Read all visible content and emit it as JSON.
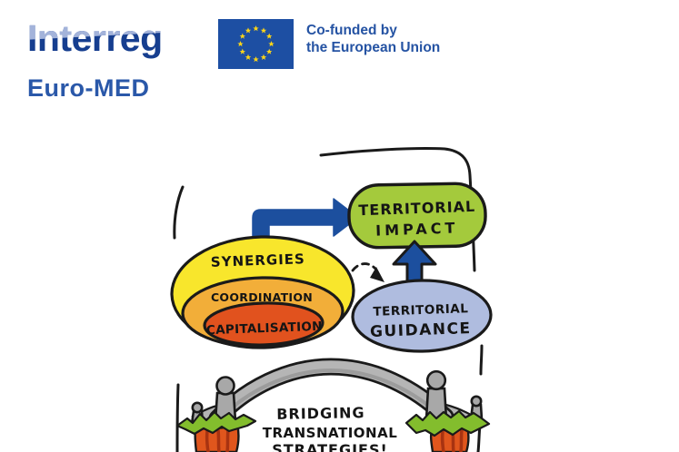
{
  "header": {
    "brand": "Interreg",
    "program": "Euro-MED",
    "cofunded": {
      "line1": "Co-funded by",
      "line2": "the European Union"
    }
  },
  "diagram": {
    "nested": {
      "outer": "SYNERGIES",
      "middle": "COORDINATION",
      "inner": "CAPITALISATION"
    },
    "impact": {
      "line1": "TERRITORIAL",
      "line2": "IMPACT"
    },
    "guidance": {
      "line1": "TERRITORIAL",
      "line2": "GUIDANCE"
    },
    "caption": {
      "line1": "BRIDGING",
      "line2": "TRANSNATIONAL",
      "line3": "STRATEGIES!"
    }
  },
  "colors": {
    "brand_dark_blue": "#163e8f",
    "brand_light_blue": "#a3b3da",
    "euromed_blue": "#2a58a9",
    "flag_blue": "#1d4fa3",
    "star_yellow": "#ffd617",
    "cofunded_blue": "#2553a3",
    "synergies_yellow": "#f8e62c",
    "coordination_orange": "#f2ae39",
    "capitalisation_red": "#e1521e",
    "impact_green": "#a4ca3c",
    "guidance_lavender": "#afbcdf",
    "arrow_blue": "#1c4f9e",
    "bridge_gray": "#b5b5b5",
    "bridge_shadow_gray": "#9c9c9c",
    "post_gray": "#a8a8a8",
    "grass_green": "#83bd2d",
    "rock_orange": "#e0561d",
    "rock_stripe_red": "#a83311",
    "ink": "#1a1a1a"
  }
}
